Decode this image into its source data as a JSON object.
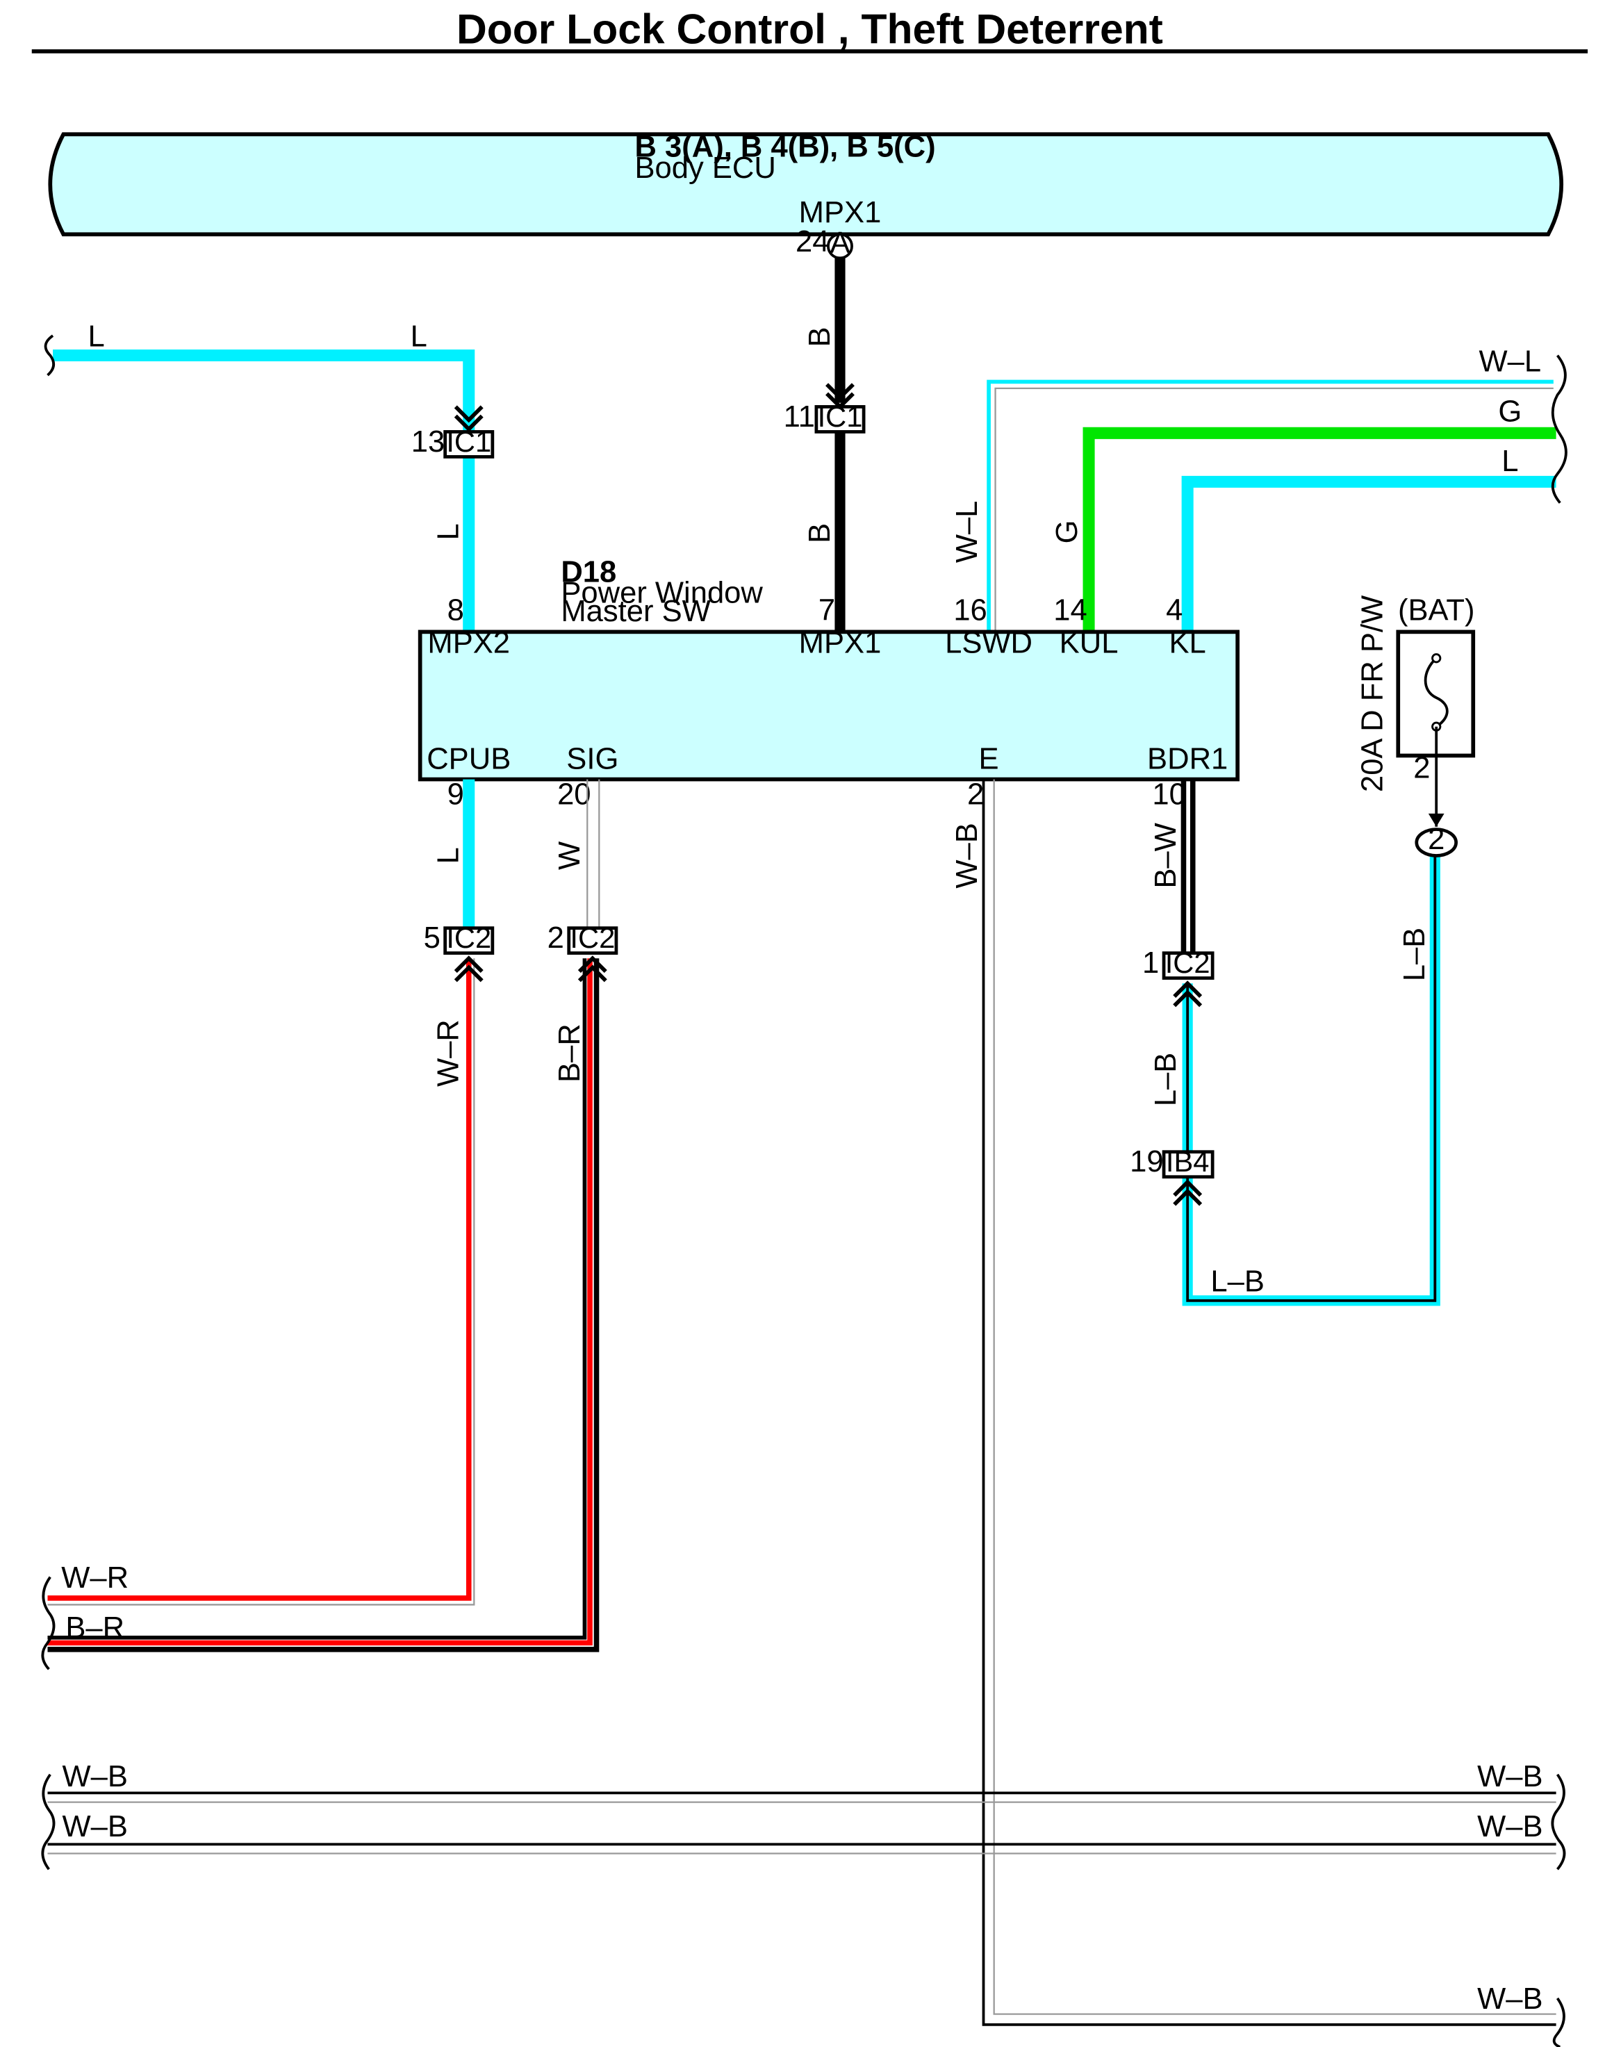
{
  "title": "Door Lock Control , Theft Deterrent",
  "colors": {
    "L": "#00f0ff",
    "G": "#00e600",
    "B": "#000000",
    "R": "#ff0000",
    "W": "#ffffff",
    "box_fill": "#ccffff"
  },
  "body_ecu": {
    "codes": "B 3(A), B 4(B), B 5(C)",
    "name": "Body ECU",
    "terminal": "MPX1",
    "pin": "24",
    "connector": "A"
  },
  "switch": {
    "code": "D18",
    "name_line1": "Power Window",
    "name_line2": "Master SW",
    "top_terminals": [
      {
        "name": "MPX2",
        "pin": "8"
      },
      {
        "name": "MPX1",
        "pin": "7"
      },
      {
        "name": "LSWD",
        "pin": "16"
      },
      {
        "name": "KUL",
        "pin": "14"
      },
      {
        "name": "KL",
        "pin": "4"
      }
    ],
    "bottom_terminals": [
      {
        "name": "CPUB",
        "pin": "9"
      },
      {
        "name": "SIG",
        "pin": "20"
      },
      {
        "name": "E",
        "pin": "2"
      },
      {
        "name": "BDR1",
        "pin": "10"
      }
    ]
  },
  "junctions": [
    {
      "code": "IC1",
      "pin": "13"
    },
    {
      "code": "IC1",
      "pin": "11"
    },
    {
      "code": "IC2",
      "pin": "5"
    },
    {
      "code": "IC2",
      "pin": "2"
    },
    {
      "code": "IC2",
      "pin": "1"
    },
    {
      "code": "IB4",
      "pin": "19"
    }
  ],
  "fuse": {
    "supply": "(BAT)",
    "name": "20A D FR P/W",
    "pin": "2",
    "junction": "2"
  },
  "wires": {
    "top_left_a": "L",
    "top_left_b": "L",
    "mpx2_wire": "L",
    "mpx1_upper": "B",
    "mpx1_lower": "B",
    "lswd_wire": "W–L",
    "kul_wire": "G",
    "kl_wire": "L",
    "right_wl": "W–L",
    "right_g": "G",
    "right_l": "L",
    "cpub_wire": "L",
    "sig_wire": "W",
    "e_wire": "W–B",
    "bdr1_wire": "B–W",
    "wr_vertical": "W–R",
    "br_vertical": "B–R",
    "lb_mid": "L–B",
    "lb_fuse": "L–B",
    "lb_bottom": "L–B",
    "left_wr": "W–R",
    "left_br": "B–R",
    "wb_left_1": "W–B",
    "wb_left_2": "W–B",
    "wb_right_1": "W–B",
    "wb_right_2": "W–B",
    "wb_bottom": "W–B"
  }
}
